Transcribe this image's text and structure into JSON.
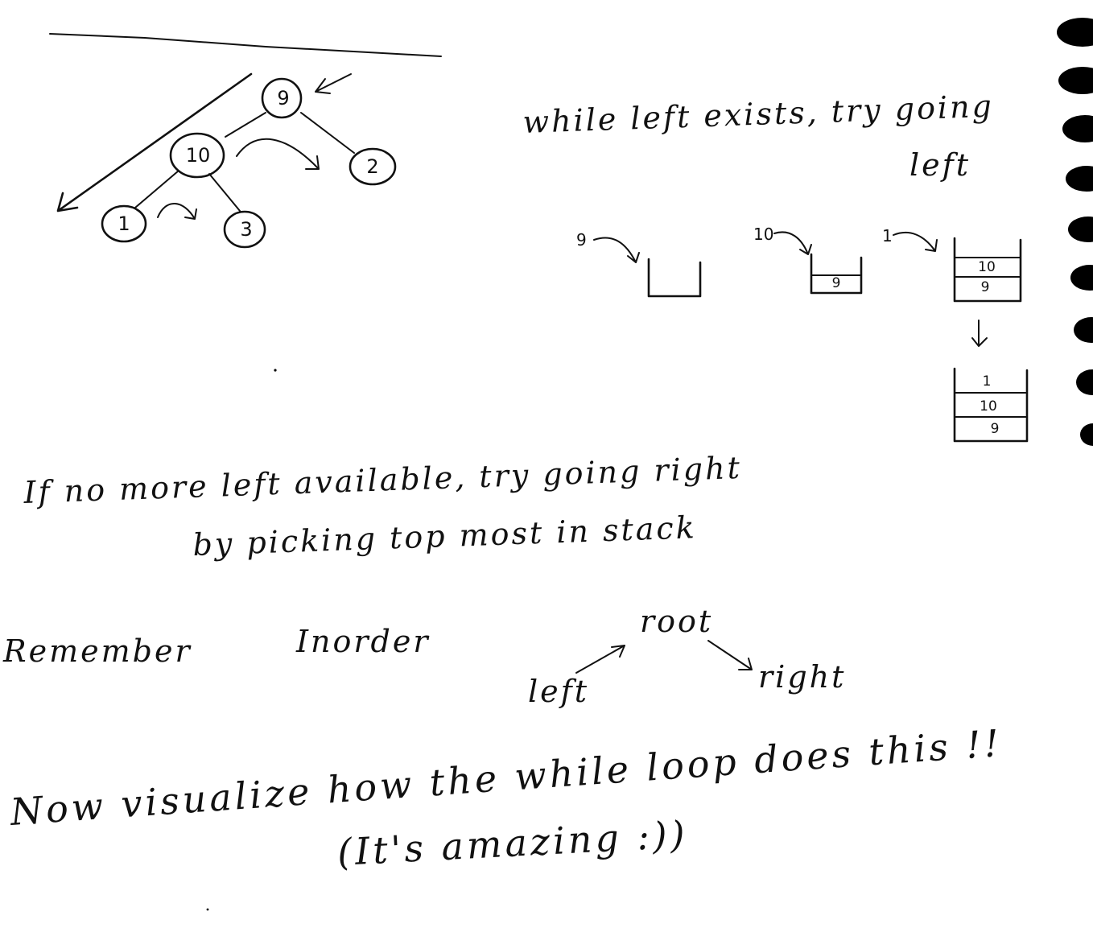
{
  "tree": {
    "nodes": [
      {
        "id": "root",
        "label": "9"
      },
      {
        "id": "left",
        "label": "10"
      },
      {
        "id": "right",
        "label": "2"
      },
      {
        "id": "left-left",
        "label": "1"
      },
      {
        "id": "left-right",
        "label": "3"
      }
    ]
  },
  "notes": {
    "go_left_line1": "while left exists, try going",
    "go_left_line2": "left",
    "go_right_line1": "If no more left available, try going right",
    "go_right_line2": "by picking top most in stack",
    "remember": "Remember",
    "inorder": "Inorder",
    "visualize_line1": "Now visualize how the while loop does this !!",
    "visualize_line2": "(It's amazing :))"
  },
  "inorder_diagram": {
    "root": "root",
    "left": "left",
    "right": "right"
  },
  "stack_steps": [
    {
      "push": "9",
      "cells": []
    },
    {
      "push": "10",
      "cells": [
        "9"
      ]
    },
    {
      "push": "1",
      "cells": [
        "10",
        "9"
      ]
    },
    {
      "push": "",
      "cells": [
        "1",
        "10",
        "9"
      ]
    }
  ]
}
